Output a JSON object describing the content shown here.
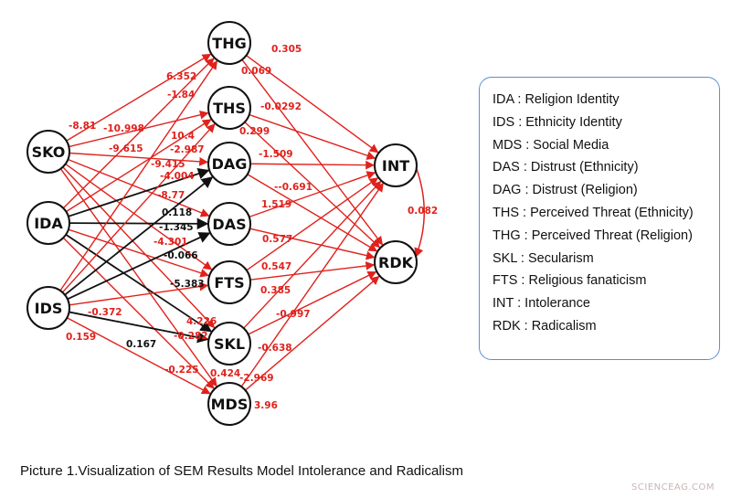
{
  "colors": {
    "significant": "#e0211c",
    "non_significant": "#111111",
    "legend_border": "#5b8fd4"
  },
  "nodes": [
    {
      "id": "SKO",
      "label": "SKO"
    },
    {
      "id": "IDA",
      "label": "IDA"
    },
    {
      "id": "IDS",
      "label": "IDS"
    },
    {
      "id": "THG",
      "label": "THG"
    },
    {
      "id": "THS",
      "label": "THS"
    },
    {
      "id": "DAG",
      "label": "DAG"
    },
    {
      "id": "DAS",
      "label": "DAS"
    },
    {
      "id": "FTS",
      "label": "FTS"
    },
    {
      "id": "SKL",
      "label": "SKL"
    },
    {
      "id": "MDS",
      "label": "MDS"
    },
    {
      "id": "INT",
      "label": "INT"
    },
    {
      "id": "RDK",
      "label": "RDK"
    }
  ],
  "edges": [
    {
      "from": "SKO",
      "to": "THG",
      "color": "red"
    },
    {
      "from": "SKO",
      "to": "THS",
      "color": "red"
    },
    {
      "from": "SKO",
      "to": "DAG",
      "color": "red"
    },
    {
      "from": "SKO",
      "to": "DAS",
      "color": "red"
    },
    {
      "from": "SKO",
      "to": "FTS",
      "color": "red"
    },
    {
      "from": "SKO",
      "to": "SKL",
      "color": "red"
    },
    {
      "from": "SKO",
      "to": "MDS",
      "color": "red"
    },
    {
      "from": "IDA",
      "to": "THG",
      "color": "red"
    },
    {
      "from": "IDA",
      "to": "THS",
      "color": "red"
    },
    {
      "from": "IDA",
      "to": "DAG",
      "color": "black"
    },
    {
      "from": "IDA",
      "to": "DAS",
      "color": "black"
    },
    {
      "from": "IDA",
      "to": "FTS",
      "color": "red"
    },
    {
      "from": "IDA",
      "to": "SKL",
      "color": "black"
    },
    {
      "from": "IDA",
      "to": "MDS",
      "color": "red"
    },
    {
      "from": "IDS",
      "to": "THG",
      "color": "red"
    },
    {
      "from": "IDS",
      "to": "THS",
      "color": "red"
    },
    {
      "from": "IDS",
      "to": "DAG",
      "color": "black"
    },
    {
      "from": "IDS",
      "to": "DAS",
      "color": "black"
    },
    {
      "from": "IDS",
      "to": "FTS",
      "color": "red"
    },
    {
      "from": "IDS",
      "to": "SKL",
      "color": "black"
    },
    {
      "from": "IDS",
      "to": "MDS",
      "color": "red"
    },
    {
      "from": "THG",
      "to": "INT",
      "color": "red"
    },
    {
      "from": "THG",
      "to": "RDK",
      "color": "red"
    },
    {
      "from": "THS",
      "to": "INT",
      "color": "red"
    },
    {
      "from": "THS",
      "to": "RDK",
      "color": "red"
    },
    {
      "from": "DAG",
      "to": "INT",
      "color": "red"
    },
    {
      "from": "DAG",
      "to": "RDK",
      "color": "red"
    },
    {
      "from": "DAS",
      "to": "INT",
      "color": "red"
    },
    {
      "from": "DAS",
      "to": "RDK",
      "color": "red"
    },
    {
      "from": "FTS",
      "to": "INT",
      "color": "red"
    },
    {
      "from": "FTS",
      "to": "RDK",
      "color": "red"
    },
    {
      "from": "SKL",
      "to": "INT",
      "color": "red"
    },
    {
      "from": "SKL",
      "to": "RDK",
      "color": "red"
    },
    {
      "from": "MDS",
      "to": "INT",
      "color": "red"
    },
    {
      "from": "MDS",
      "to": "RDK",
      "color": "red"
    },
    {
      "from": "INT",
      "to": "RDK",
      "color": "red"
    }
  ],
  "coefficients": [
    {
      "text": "-8.81",
      "color": "red"
    },
    {
      "text": "-10.998",
      "color": "red"
    },
    {
      "text": "-9.615",
      "color": "red"
    },
    {
      "text": "6.352",
      "color": "red"
    },
    {
      "text": "-1.84",
      "color": "red"
    },
    {
      "text": "10.4",
      "color": "red"
    },
    {
      "text": "-2.987",
      "color": "red"
    },
    {
      "text": "-9.415",
      "color": "red"
    },
    {
      "text": "-4.004",
      "color": "red"
    },
    {
      "text": "-8.77",
      "color": "red"
    },
    {
      "text": "0.118",
      "color": "black"
    },
    {
      "text": "-1.345",
      "color": "black"
    },
    {
      "text": "-4.301",
      "color": "red"
    },
    {
      "text": "-0.066",
      "color": "black"
    },
    {
      "text": "-5.383",
      "color": "black"
    },
    {
      "text": "-0.372",
      "color": "red"
    },
    {
      "text": "4.226",
      "color": "red"
    },
    {
      "text": "-0.282",
      "color": "red"
    },
    {
      "text": "0.159",
      "color": "red"
    },
    {
      "text": "0.167",
      "color": "black"
    },
    {
      "text": "-0.225",
      "color": "red"
    },
    {
      "text": "0.424",
      "color": "red"
    },
    {
      "text": "0.305",
      "color": "red"
    },
    {
      "text": "0.069",
      "color": "red"
    },
    {
      "text": "-0.0292",
      "color": "red"
    },
    {
      "text": "0.299",
      "color": "red"
    },
    {
      "text": "-1.509",
      "color": "red"
    },
    {
      "text": "--0.691",
      "color": "red"
    },
    {
      "text": "1.519",
      "color": "red"
    },
    {
      "text": "0.577",
      "color": "red"
    },
    {
      "text": "0.547",
      "color": "red"
    },
    {
      "text": "0.385",
      "color": "red"
    },
    {
      "text": "-0.997",
      "color": "red"
    },
    {
      "text": "-0.638",
      "color": "red"
    },
    {
      "text": "-2.969",
      "color": "red"
    },
    {
      "text": "3.96",
      "color": "red"
    },
    {
      "text": "0.082",
      "color": "red"
    }
  ],
  "legend": [
    "IDA : Religion Identity",
    "IDS : Ethnicity Identity",
    "MDS : Social Media",
    "DAS : Distrust (Ethnicity)",
    "DAG : Distrust (Religion)",
    "THS : Perceived Threat (Ethnicity)",
    "THG : Perceived Threat (Religion)",
    "SKL : Secularism",
    "FTS : Religious fanaticism",
    "INT : Intolerance",
    "RDK : Radicalism"
  ],
  "caption": "Picture 1.Visualization of SEM Results Model Intolerance and Radicalism",
  "watermark": "SCIENCEAG.COM"
}
